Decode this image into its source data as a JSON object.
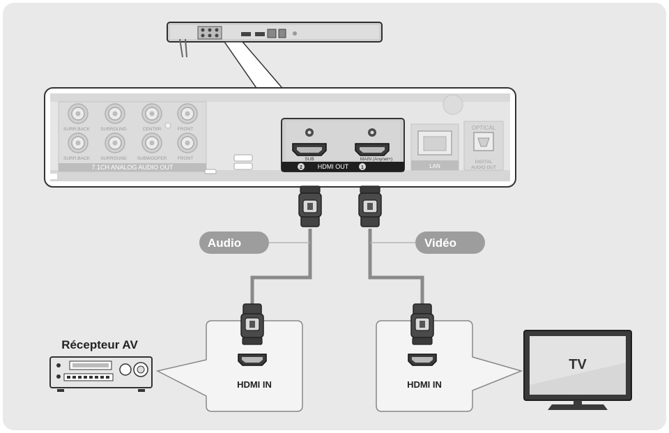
{
  "panel": {
    "jacks": {
      "surr_back_l": "SURR.BACK",
      "surr_back_r": "SURR.BACK",
      "surround_l": "SURROUND",
      "surround_r": "SURROUND",
      "center": "CENTER",
      "subwoofer": "SUBWOOFER",
      "front_l": "FRONT",
      "front_r": "FRONT",
      "analog_out": "7.1CH ANALOG AUDIO OUT"
    },
    "hdmi_out": {
      "title": "HDMI OUT",
      "sub": "SUB",
      "main": "MAIN (Anynet+)",
      "num_sub": "2",
      "num_main": "1"
    },
    "lan": "LAN",
    "optical": "OPTICAL",
    "digital_audio_out_1": "DIGITAL",
    "digital_audio_out_2": "AUDIO OUT"
  },
  "callouts": {
    "audio": "Audio",
    "video": "Vidéo"
  },
  "receiver": {
    "label": "Récepteur AV",
    "port_label": "HDMI IN"
  },
  "tv": {
    "label": "TV",
    "port_label": "HDMI IN"
  },
  "colors": {
    "background_panel": "#e9e9e9",
    "callout_fill": "#9d9d9d",
    "device_fill": "#d7d7d7",
    "hdmi_box_fill": "#2b2b2b",
    "cable": "#8a8a8a"
  }
}
